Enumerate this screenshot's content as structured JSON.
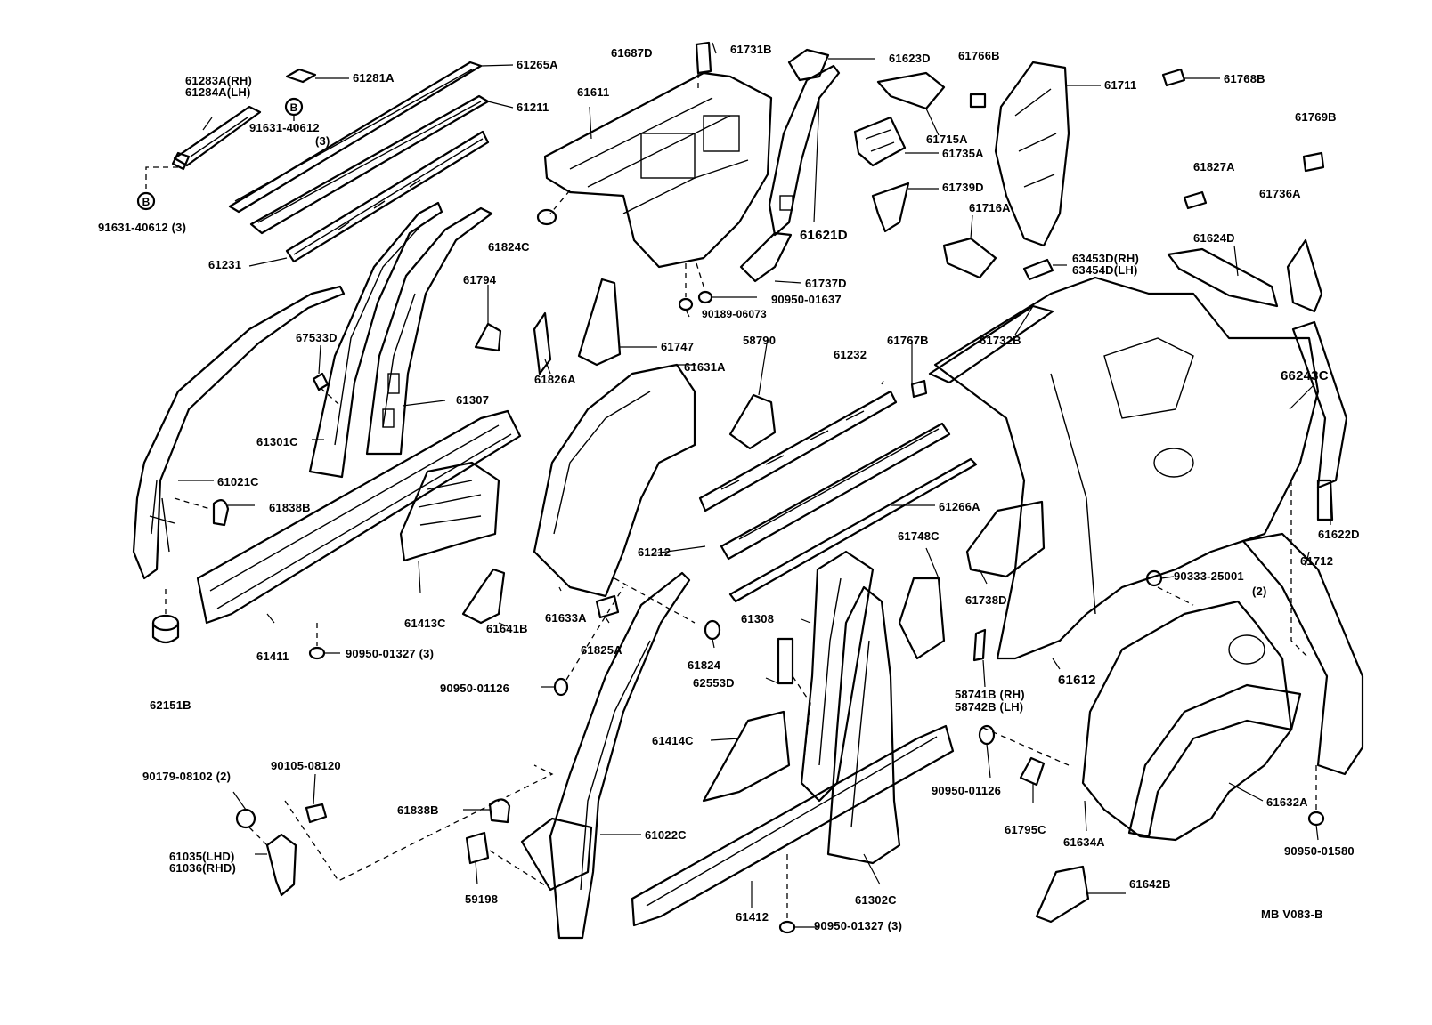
{
  "diagram_id": "MB V083-B",
  "labels": {
    "l61283A": "61283A(RH)",
    "l61284A": "61284A(LH)",
    "l61281A": "61281A",
    "l61265A": "61265A",
    "l61211": "61211",
    "l91631a": "91631-40612",
    "l91631a_qty": "(3)",
    "l91631b": "91631-40612 (3)",
    "l61231": "61231",
    "l61687D": "61687D",
    "l61731B": "61731B",
    "l61623D": "61623D",
    "l61766B_top": "61766B",
    "l61711": "61711",
    "l61768B": "61768B",
    "l61611": "61611",
    "l61715A": "61715A",
    "l61735A": "61735A",
    "l61769B": "61769B",
    "l61827A": "61827A",
    "l61736A": "61736A",
    "l61739D": "61739D",
    "l61716A": "61716A",
    "l61621D": "61621D",
    "l61624D": "61624D",
    "l63453D": "63453D(RH)",
    "l63454D": "63454D(LH)",
    "l61824C": "61824C",
    "l61737D": "61737D",
    "l90950_01637": "90950-01637",
    "l90189_06073": "90189-06073",
    "l61794": "61794",
    "l67533D": "67533D",
    "l61747": "61747",
    "l58790": "58790",
    "l61232": "61232",
    "l61767B": "61767B",
    "l61732B": "61732B",
    "l66243C": "66243C",
    "l61631A": "61631A",
    "l61826A": "61826A",
    "l61307": "61307",
    "l61301C": "61301C",
    "l61021C": "61021C",
    "l61838B_left": "61838B",
    "l61266A": "61266A",
    "l61748C": "61748C",
    "l61622D": "61622D",
    "l61212": "61212",
    "l61738D": "61738D",
    "l61712": "61712",
    "l90333": "90333-25001",
    "l90333_qty": "(2)",
    "l61413C": "61413C",
    "l61411": "61411",
    "l90950_01327a": "90950-01327 (3)",
    "l61641B": "61641B",
    "l61633A": "61633A",
    "l61825A": "61825A",
    "l61308": "61308",
    "l61824": "61824",
    "l62553D": "62553D",
    "l61612": "61612",
    "l62151B": "62151B",
    "l90950_01126a": "90950-01126",
    "l58741B": "58741B (RH)",
    "l58742B": "58742B (LH)",
    "l61414C": "61414C",
    "l90179": "90179-08102 (2)",
    "l90105": "90105-08120",
    "l90950_01126b": "90950-01126",
    "l61838B_bottom": "61838B",
    "l61022C": "61022C",
    "l61795C": "61795C",
    "l61634A": "61634A",
    "l61632A": "61632A",
    "l61035": "61035(LHD)",
    "l61036": "61036(RHD)",
    "l90950_01580": "90950-01580",
    "l59198": "59198",
    "l61412": "61412",
    "l61302C": "61302C",
    "l61642B": "61642B",
    "l90950_01327b": "90950-01327 (3)",
    "l_diagram_id": "MB V083-B",
    "l_circle_b1": "B",
    "l_circle_b2": "B"
  }
}
